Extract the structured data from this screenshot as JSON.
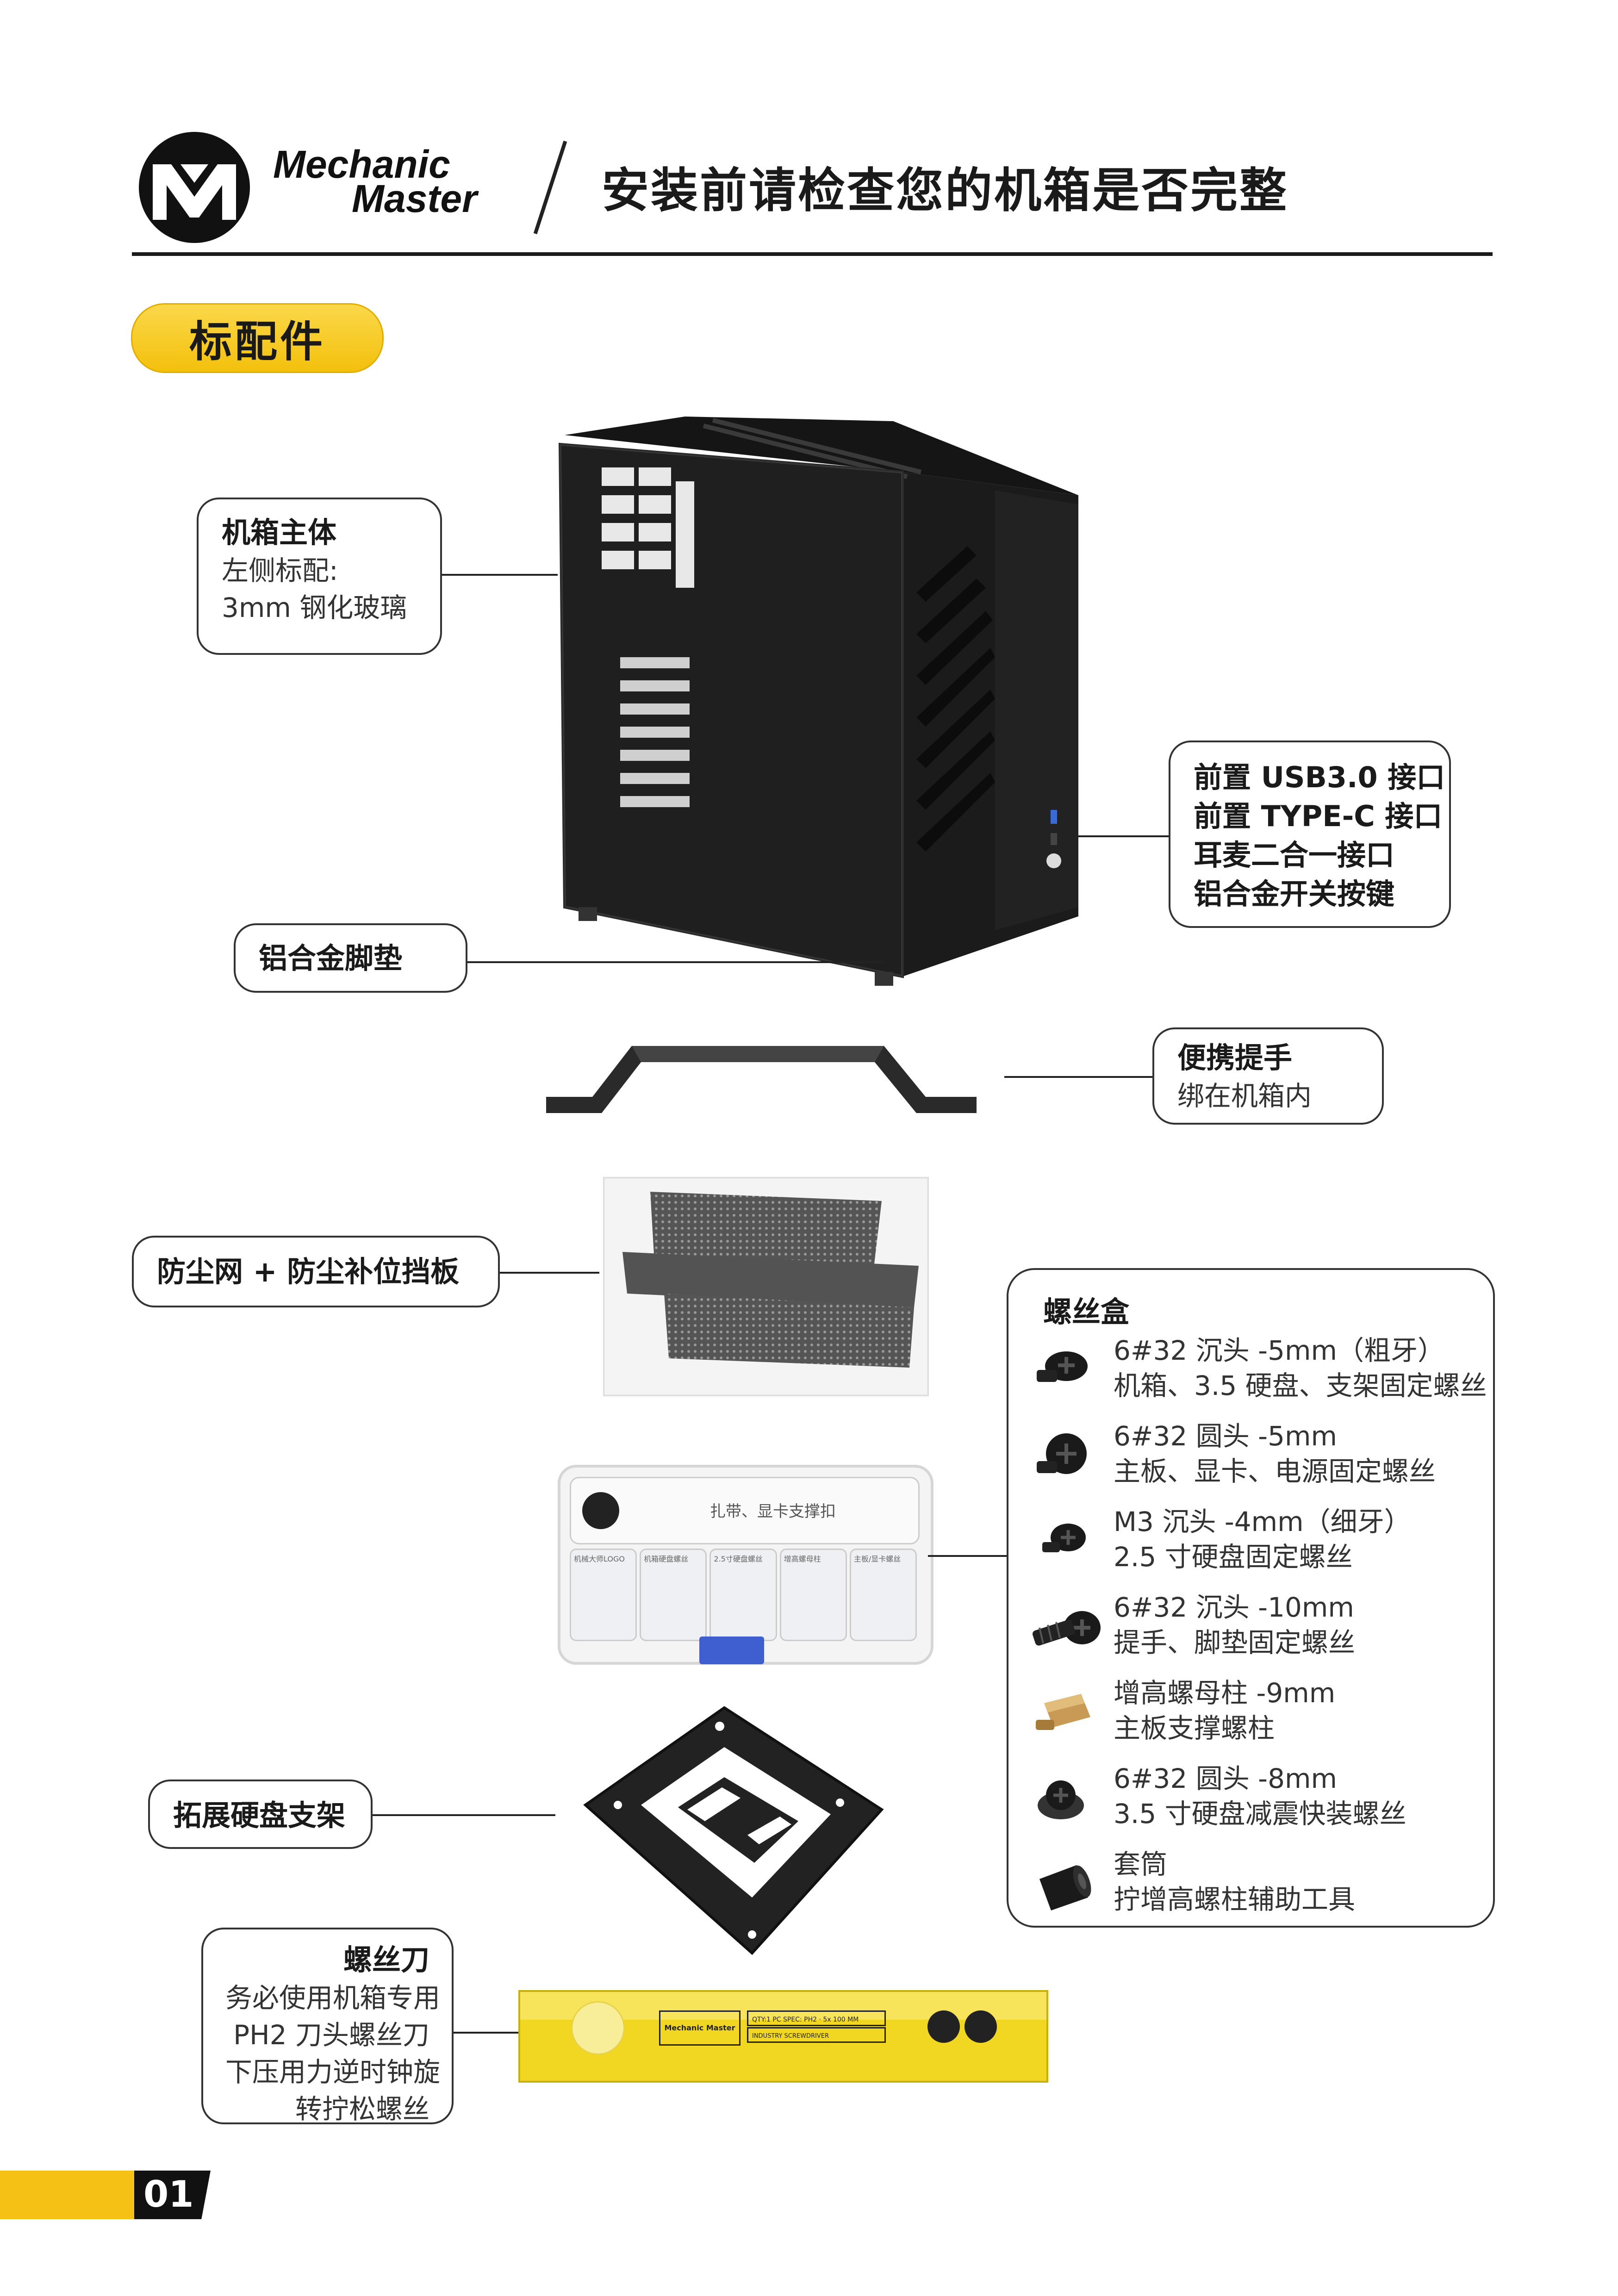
{
  "header": {
    "brand_line1": "Mechanic",
    "brand_line2": "Master",
    "title": "安装前请检查您的机箱是否完整"
  },
  "section": {
    "label": "标配件"
  },
  "callouts": {
    "chassis": {
      "title": "机箱主体",
      "line1": "左侧标配:",
      "line2": "3mm 钢化玻璃"
    },
    "ports": {
      "line1": "前置 USB3.0 接口",
      "line2": "前置 TYPE-C 接口",
      "line3": "耳麦二合一接口",
      "line4": "铝合金开关按键"
    },
    "feet": {
      "title": "铝合金脚垫"
    },
    "handle": {
      "title": "便携提手",
      "sub": "绑在机箱内"
    },
    "dust": {
      "title": "防尘网 + 防尘补位挡板"
    },
    "bracket": {
      "title": "拓展硬盘支架"
    },
    "screwdriver": {
      "title": "螺丝刀",
      "line1": "务必使用机箱专用",
      "line2": "PH2 刀头螺丝刀",
      "line3": "下压用力逆时钟旋",
      "line4": "转拧松螺丝"
    }
  },
  "screw_box": {
    "title": "螺丝盒",
    "items": [
      {
        "icon": "countersunk-screw-icon",
        "line1": "6#32 沉头 -5mm（粗牙）",
        "line2": "机箱、3.5 硬盘、支架固定螺丝"
      },
      {
        "icon": "round-head-screw-icon",
        "line1": "6#32 圆头 -5mm",
        "line2": "主板、显卡、电源固定螺丝"
      },
      {
        "icon": "m3-screw-icon",
        "line1": "M3 沉头 -4mm（细牙）",
        "line2": "2.5 寸硬盘固定螺丝"
      },
      {
        "icon": "long-screw-icon",
        "line1": "6#32 沉头 -10mm",
        "line2": "提手、脚垫固定螺丝"
      },
      {
        "icon": "brass-standoff-icon",
        "line1": "增高螺母柱 -9mm",
        "line2": "主板支撑螺柱"
      },
      {
        "icon": "washer-screw-icon",
        "line1": "6#32 圆头 -8mm",
        "line2": "3.5 寸硬盘减震快装螺丝"
      },
      {
        "icon": "socket-tool-icon",
        "line1": "套筒",
        "line2": "拧增高螺柱辅助工具"
      }
    ]
  },
  "images": {
    "screw_case_label": "扎带、显卡支撑扣",
    "screw_case_labels": [
      "机械大师LOGO",
      "机箱硬盘螺丝",
      "2.5寸硬盘螺丝",
      "增高螺母柱",
      "主板/显卡螺丝"
    ],
    "screwdriver_box_brand": "Mechanic Master",
    "screwdriver_box_spec": "QTY:1 PC   SPEC: PH2 · 5x 100 MM",
    "screwdriver_box_name": "INDUSTRY SCREWDRIVER"
  },
  "footer": {
    "page": "01"
  },
  "colors": {
    "accent_yellow": "#f6c115",
    "text_dark": "#1a1a1a"
  }
}
